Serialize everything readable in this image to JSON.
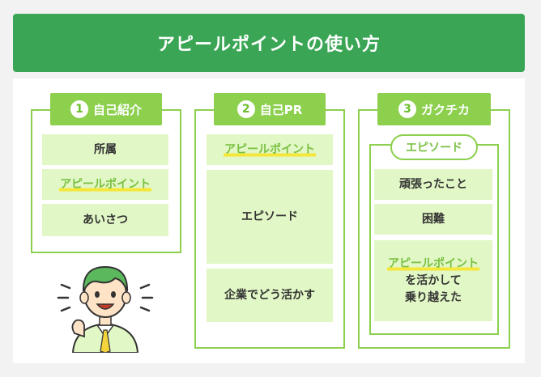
{
  "title": "アピールポイントの使い方",
  "columns": [
    {
      "number": "1",
      "label": "自己紹介",
      "items": [
        "所属",
        "アピールポイント",
        "あいさつ"
      ]
    },
    {
      "number": "2",
      "label": "自己PR",
      "items": [
        "アピールポイント",
        "エピソード",
        "企業でどう活かす"
      ]
    },
    {
      "number": "3",
      "label": "ガクチカ",
      "episode_label": "エピソード",
      "items": [
        "頑張ったこと",
        "困難",
        "アピールポイント"
      ],
      "last_item_extra": [
        "を活かして",
        "乗り越えた"
      ]
    }
  ],
  "colors": {
    "header": "#3aa655",
    "accent": "#8cd04e",
    "box": "#e1f7c5",
    "highlight": "#f5e63a"
  }
}
